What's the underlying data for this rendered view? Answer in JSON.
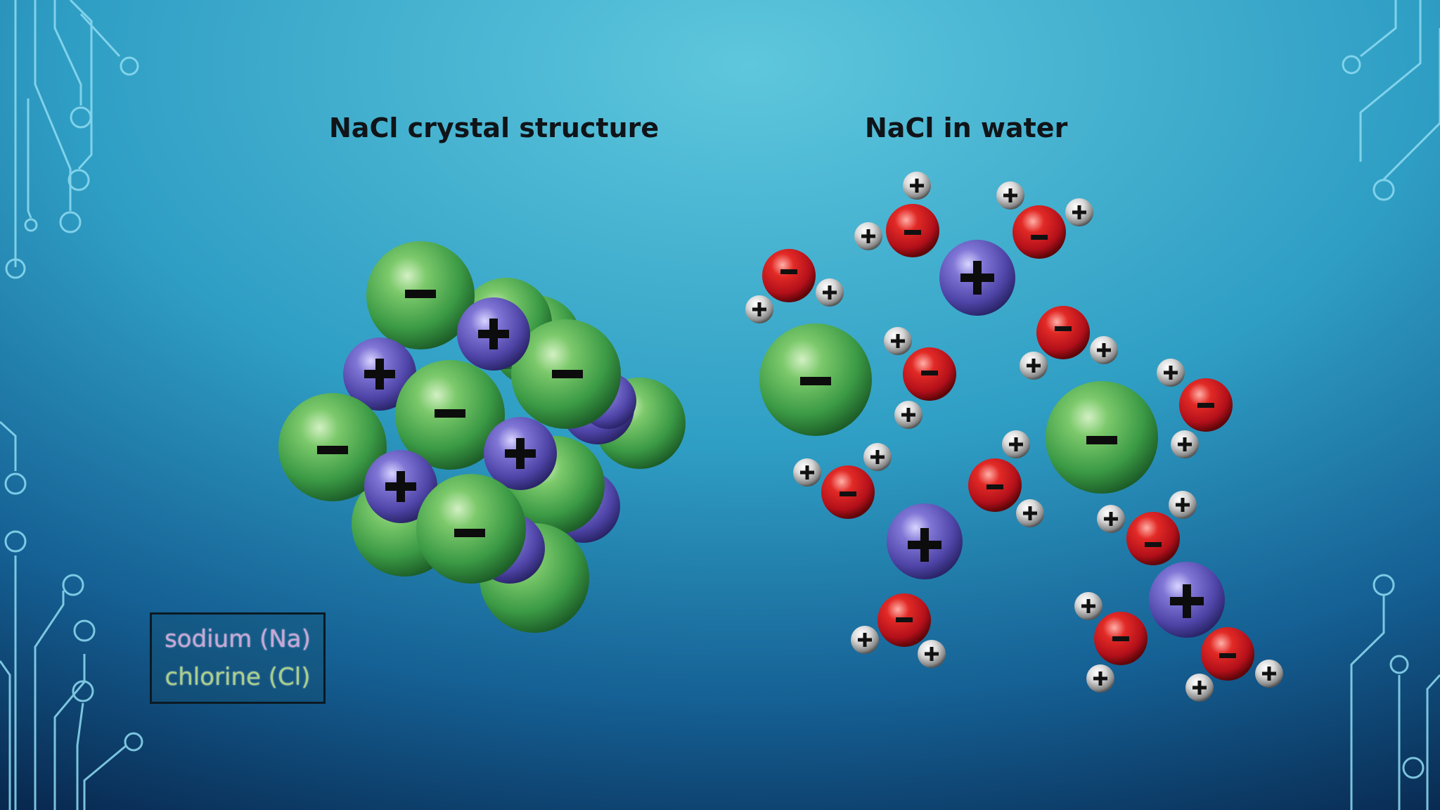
{
  "slide": {
    "title_left": "NaCl crystal structure",
    "title_right": "NaCl in water"
  },
  "legend": {
    "sodium": "sodium (Na)",
    "chlorine": "chlorine (Cl)"
  },
  "colors": {
    "sodium": "#5a4fb0",
    "chlorine": "#3f9a45",
    "oxygen": "#c0141a",
    "hydrogen": "#cfcfcf",
    "bg_top": "#5bc2d8",
    "bg_bottom": "#0a2a52",
    "circuit": "#7fd4ef"
  },
  "icons": {
    "positive": "plus-sign",
    "negative": "minus-sign"
  }
}
